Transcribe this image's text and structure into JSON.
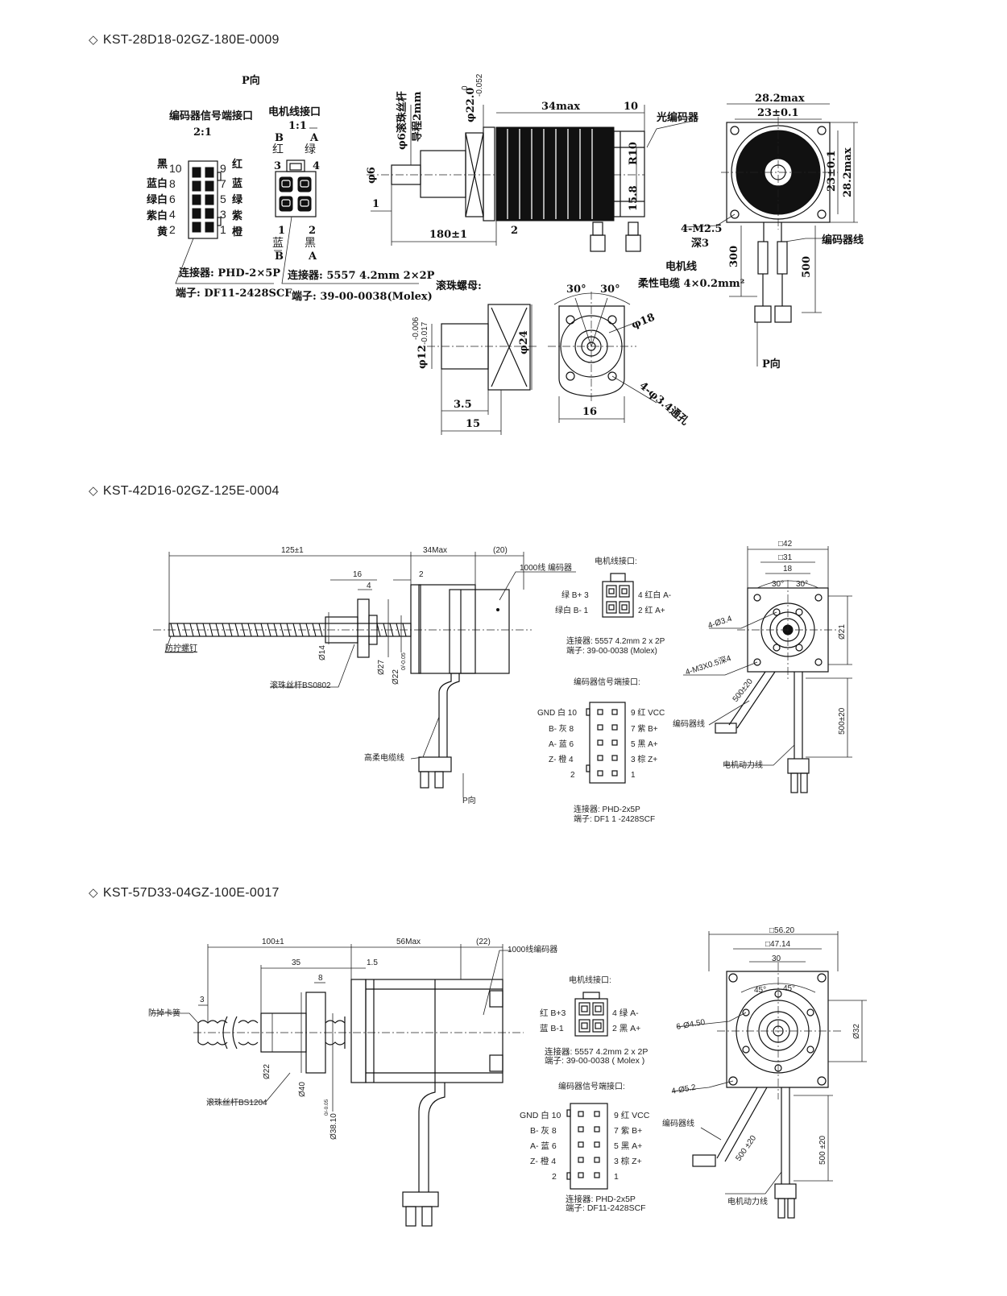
{
  "sections": [
    {
      "title": "KST-28D18-02GZ-180E-0009"
    },
    {
      "title": "KST-42D16-02GZ-125E-0004"
    },
    {
      "title": "KST-57D33-04GZ-100E-0017"
    }
  ],
  "d1": {
    "p_view_top": "P向",
    "enc_port_title": "编码器信号端接口",
    "enc_ratio": "2:1",
    "motor_port_title": "电机线接口",
    "motor_ratio": "1:1",
    "pin_b_top": "B",
    "pin_a_top": "A",
    "color_red": "红",
    "color_green": "绿",
    "pin3": "3",
    "pin4": "4",
    "pin1": "1",
    "pin2": "2",
    "color_blue": "蓝",
    "color_black": "黑",
    "pin_b_bot": "B",
    "pin_a_bot": "A",
    "enc_left": [
      "黑",
      "蓝白",
      "绿白",
      "紫白",
      "黄"
    ],
    "enc_left_nums": [
      "10",
      "8",
      "6",
      "4",
      "2"
    ],
    "enc_right_nums": [
      "9",
      "7",
      "5",
      "3",
      "1"
    ],
    "enc_right": [
      "红",
      "蓝",
      "绿",
      "紫",
      "橙"
    ],
    "conn_enc": "连接器: PHD-2×5P",
    "term_enc": "端子: DF11-2428SCF",
    "conn_motor": "连接器: 5557 4.2mm 2×2P",
    "term_motor": "端子: 39-00-0038(Molex)",
    "dia22": "φ22.0",
    "dia22_tol_top": "0",
    "dia22_tol_bot": "-0.052",
    "screw_label": "φ6滚珠丝杆",
    "lead_label": "导程2mm",
    "dia6": "φ6",
    "dim1": "1",
    "len34": "34max",
    "len10": "10",
    "encoder_label": "光编码器",
    "r10": "R10",
    "dim15_8": "15.8",
    "dim2": "2",
    "len180": "180±1",
    "sq28": "28.2max",
    "sq23": "23±0.1",
    "sq23_v": "23±0.1",
    "sq28_v": "28.2max",
    "m25": "4-M2.5",
    "depth3": "深3",
    "len300": "300",
    "len500": "500",
    "enc_cable": "编码器线",
    "motor_cable": "电机线",
    "flex_cable": "柔性电缆 4×0.2mm²",
    "p_view_bot": "P向",
    "nut_label": "滚珠螺母:",
    "ang30a": "30°",
    "ang30b": "30°",
    "phi18": "φ18",
    "dia12": "φ12",
    "dia12_tol_top": "-0.006",
    "dia12_tol_bot": "-0.017",
    "phi24": "φ24",
    "holes34": "4-φ3.4通孔",
    "dim3_5": "3.5",
    "dim15": "15",
    "dim16": "16"
  },
  "d2": {
    "len125": "125±1",
    "len34": "34Max",
    "len20": "(20)",
    "encoder_label": "1000线 编码器",
    "dim16": "16",
    "dim4": "4",
    "dim2": "2",
    "anti_screw": "防拧螺钉",
    "d14": "Ø14",
    "d27": "Ø27",
    "d22": "Ø22",
    "d22_tol": "0/-0.05",
    "screw_label": "滚珠丝杆BS0802",
    "cable_label": "高柔电缆线",
    "p_view": "P向",
    "motor_port_title": "电机线接口:",
    "motor_left": [
      "绿  B+  3",
      "绿白  B-  1"
    ],
    "motor_right": [
      "4  红白  A-",
      "2  红    A+"
    ],
    "conn_motor": "连接器:  5557  4.2mm  2  x  2P",
    "term_motor": "端子:  39-00-0038  (Molex)",
    "enc_port_title": "编码器信号端接口:",
    "enc_left": [
      "GND  白  10",
      "B-  灰  8",
      "A-  蓝  6",
      "Z-  橙  4",
      "2"
    ],
    "enc_right": [
      "9  红  VCC",
      "7  紫  B+",
      "5  黑  A+",
      "3  棕  Z+",
      "1"
    ],
    "conn_enc": "连接器:     PHD-2x5P",
    "term_enc": "端子:     DF1 1 -2428SCF",
    "sq42": "□42",
    "sq31": "□31",
    "dim18": "18",
    "ang30a": "30°",
    "ang30b": "30°",
    "holes34": "4-Ø3.4",
    "d21": "Ø21",
    "m3": "4-M3X0.5深4",
    "len500a": "500±20",
    "enc_cable": "编码器线",
    "len500b": "500±20",
    "power_cable": "电机动力线"
  },
  "d3": {
    "len100": "100±1",
    "len56": "56Max",
    "len22": "(22)",
    "encoder_label": "1000线编码器",
    "dim35": "35",
    "dim8": "8",
    "dim1_5": "1.5",
    "dim3": "3",
    "anti_spring": "防掉卡簧",
    "d22": "Ø22",
    "d40": "Ø40",
    "d38": "Ø38.10",
    "d38_tol": "0/-0.05",
    "screw_label": "滚珠丝杆BS1204",
    "motor_port_title": "电机线接口:",
    "motor_left": [
      "红 B+3",
      "蓝 B-1"
    ],
    "motor_right": [
      "4 绿 A-",
      "2 黑 A+"
    ],
    "conn_motor": "连接器: 5557 4.2mm 2 x 2P",
    "term_motor": "端子: 39-00-0038 ( Molex )",
    "enc_port_title": "编码器信号端接口:",
    "enc_left": [
      "GND 白 10",
      "B- 灰 8",
      "A- 蓝 6",
      "Z- 橙 4",
      "2"
    ],
    "enc_right": [
      "9 红 VCC",
      "7 紫 B+",
      "5 黑 A+",
      "3 棕 Z+",
      "1"
    ],
    "conn_enc": "连接器: PHD-2x5P",
    "term_enc": "端子: DF11-2428SCF",
    "sq56": "□56.20",
    "sq47": "□47.14",
    "dim30": "30",
    "ang45a": "45°",
    "ang45b": "45°",
    "holes450": "6-Ø4.50",
    "d32": "Ø32",
    "holes52": "4-Ø5.2",
    "enc_cable": "编码器线",
    "len500a": "500 ±20",
    "len500b": "500 ±20",
    "power_cable": "电机动力线"
  }
}
